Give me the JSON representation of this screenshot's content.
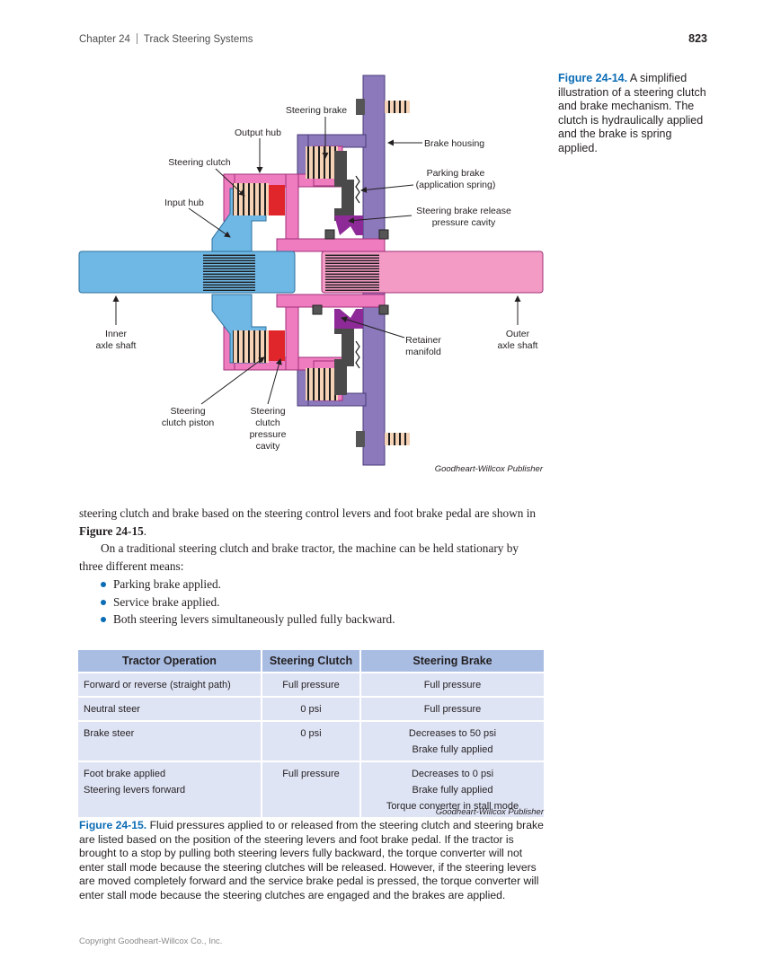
{
  "header": {
    "chapter": "Chapter 24",
    "title": "Track Steering Systems",
    "page_number": "823"
  },
  "figure_14": {
    "number": "Figure 24-14.",
    "caption": "A simplified illustration of a steering clutch and brake mechanism. The clutch is hydraulically applied and the brake is spring applied.",
    "credit": "Goodheart-Willcox Publisher",
    "labels": {
      "steering_brake": "Steering brake",
      "output_hub": "Output hub",
      "brake_housing": "Brake housing",
      "steering_clutch": "Steering clutch",
      "parking_brake_1": "Parking brake",
      "parking_brake_2": "(application spring)",
      "input_hub": "Input hub",
      "release_cavity_1": "Steering brake release",
      "release_cavity_2": "pressure cavity",
      "inner_axle_1": "Inner",
      "inner_axle_2": "axle shaft",
      "retainer_1": "Retainer",
      "retainer_2": "manifold",
      "outer_axle_1": "Outer",
      "outer_axle_2": "axle shaft",
      "piston_1": "Steering",
      "piston_2": "clutch piston",
      "cavity_1": "Steering",
      "cavity_2": "clutch",
      "cavity_3": "pressure",
      "cavity_4": "cavity"
    }
  },
  "body": {
    "p1_start": "steering clutch and brake based on the steering control levers and foot brake pedal are shown in ",
    "p1_ref": "Figure 24-15",
    "p1_end": ".",
    "p2": "On a traditional steering clutch and brake tractor, the machine can be held stationary by three different means:",
    "bullets": [
      "Parking brake applied.",
      "Service brake applied.",
      "Both steering levers simultaneously pulled fully backward."
    ]
  },
  "table": {
    "headers": [
      "Tractor Operation",
      "Steering Clutch",
      "Steering Brake"
    ],
    "rows": [
      {
        "operation": [
          "Forward or reverse (straight path)"
        ],
        "clutch": "Full pressure",
        "brake": [
          "Full pressure"
        ]
      },
      {
        "operation": [
          "Neutral steer"
        ],
        "clutch": "0 psi",
        "brake": [
          "Full pressure"
        ]
      },
      {
        "operation": [
          "Brake steer"
        ],
        "clutch": "0 psi",
        "brake": [
          "Decreases to 50 psi",
          "Brake fully applied"
        ]
      },
      {
        "operation": [
          "Foot brake applied",
          "Steering levers forward"
        ],
        "clutch": "Full pressure",
        "brake": [
          "Decreases to 0 psi",
          "Brake fully applied",
          "Torque converter in stall mode"
        ]
      }
    ]
  },
  "figure_15": {
    "credit": "Goodheart-Willcox Publisher",
    "number": "Figure 24-15.",
    "caption": "Fluid pressures applied to or released from the steering clutch and steering brake are listed based on the position of the steering levers and foot brake pedal. If the tractor is brought to a stop by pulling both steering levers fully backward, the torque converter will not enter stall mode because the steering clutches will be released. However, if the steering levers are moved completely forward and the service brake pedal is pressed, the torque converter will enter stall mode because the steering clutches are engaged and the brakes are applied."
  },
  "footer": {
    "copyright": "Copyright Goodheart-Willcox Co., Inc."
  },
  "colors": {
    "accent_blue": "#0b6cb5",
    "housing_purple": "#8b79bb",
    "hub_pink": "#f07cc0",
    "shaft_blue": "#6fb8e6",
    "shaft_pink": "#f39bc4",
    "table_header": "#a9bde3",
    "table_cell": "#dfe4f5"
  }
}
